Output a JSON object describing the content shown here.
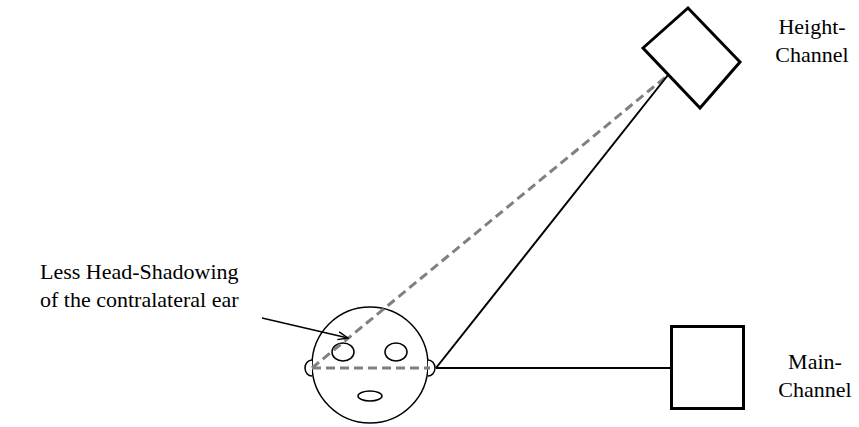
{
  "diagram": {
    "nodes": [
      {
        "text": [
          "Height- Channel"
        ]
      },
      {
        "text": [
          "Main- Channel"
        ]
      }
    ],
    "labels": [
      "Less Head-Shadowing of the contralateral ear"
    ]
  }
}
